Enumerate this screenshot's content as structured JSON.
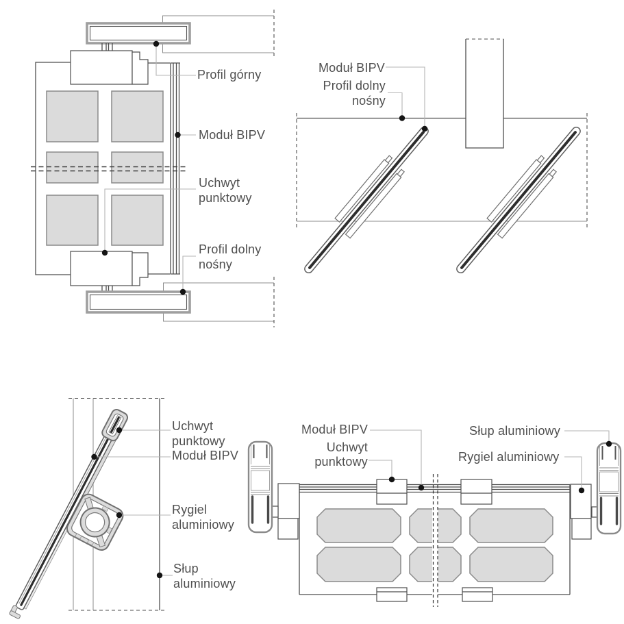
{
  "colors": {
    "background": "#ffffff",
    "line": "#4e4e4e",
    "profile_gray": "#9f9f9f",
    "cell_fill": "#dbdbdb",
    "aluminum_fill": "#dcdcdc",
    "text": "#4f4f4f",
    "callout": "#b5b5b5",
    "dot": "#141414"
  },
  "diagrams": {
    "top_left": {
      "title": "vertical-section-of-bipv-module",
      "labels": {
        "profil_gorny": "Profil górny",
        "modul_bipv": "Moduł BIPV",
        "uchwyt_punktowy": "Uchwyt\npunktowy",
        "profil_dolny_nosny": "Profil dolny\nnośny"
      }
    },
    "top_right": {
      "title": "louver-plan-view",
      "labels": {
        "modul_bipv": "Moduł BIPV",
        "profil_dolny_nosny": "Profil dolny\nnośny"
      }
    },
    "bottom_left": {
      "title": "transom-cross-section",
      "labels": {
        "uchwyt_punktowy": "Uchwyt\npunktowy",
        "modul_bipv": "Moduł BIPV",
        "rygiel_aluminiowy": "Rygiel\naluminiowy",
        "slup_aluminiowy": "Słup\naluminiowy"
      }
    },
    "bottom_right": {
      "title": "horizontal-section-of-bipv-module",
      "labels": {
        "modul_bipv": "Moduł BIPV",
        "uchwyt_punktowy": "Uchwyt\npunktowy",
        "slup_aluminiowy": "Słup aluminiowy",
        "rygiel_aluminiowy": "Rygiel aluminiowy"
      }
    }
  }
}
